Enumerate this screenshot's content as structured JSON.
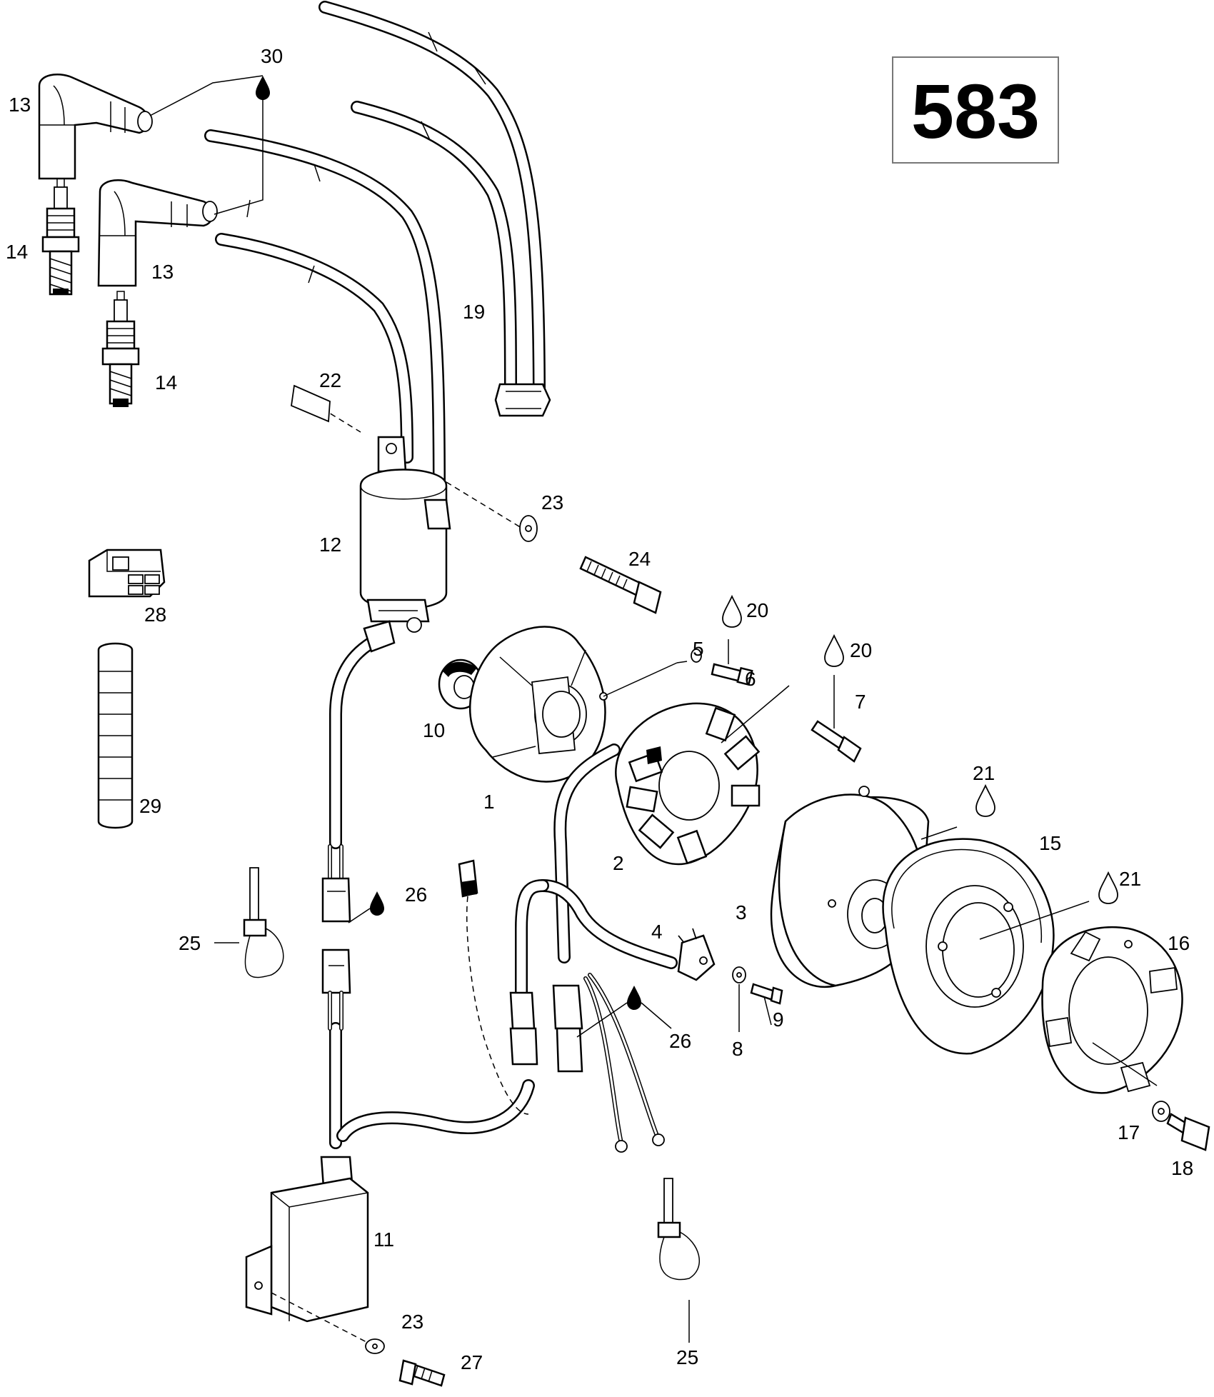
{
  "diagram": {
    "engine_label": "583",
    "callouts": [
      {
        "id": "c30",
        "text": "30"
      },
      {
        "id": "c13a",
        "text": "13"
      },
      {
        "id": "c13b",
        "text": "13"
      },
      {
        "id": "c14a",
        "text": "14"
      },
      {
        "id": "c14b",
        "text": "14"
      },
      {
        "id": "c19",
        "text": "19"
      },
      {
        "id": "c22",
        "text": "22"
      },
      {
        "id": "c23a",
        "text": "23"
      },
      {
        "id": "c12",
        "text": "12"
      },
      {
        "id": "c24",
        "text": "24"
      },
      {
        "id": "c28",
        "text": "28"
      },
      {
        "id": "c29",
        "text": "29"
      },
      {
        "id": "c20a",
        "text": "20"
      },
      {
        "id": "c20b",
        "text": "20"
      },
      {
        "id": "c5",
        "text": "5"
      },
      {
        "id": "c6",
        "text": "6"
      },
      {
        "id": "c7",
        "text": "7"
      },
      {
        "id": "c10",
        "text": "10"
      },
      {
        "id": "c1",
        "text": "1"
      },
      {
        "id": "c21a",
        "text": "21"
      },
      {
        "id": "c21b",
        "text": "21"
      },
      {
        "id": "c15",
        "text": "15"
      },
      {
        "id": "c2",
        "text": "2"
      },
      {
        "id": "c3",
        "text": "3"
      },
      {
        "id": "c16",
        "text": "16"
      },
      {
        "id": "c4",
        "text": "4"
      },
      {
        "id": "c26a",
        "text": "26"
      },
      {
        "id": "c26b",
        "text": "26"
      },
      {
        "id": "c25a",
        "text": "25"
      },
      {
        "id": "c25b",
        "text": "25"
      },
      {
        "id": "c8",
        "text": "8"
      },
      {
        "id": "c9",
        "text": "9"
      },
      {
        "id": "c17",
        "text": "17"
      },
      {
        "id": "c18",
        "text": "18"
      },
      {
        "id": "c11",
        "text": "11"
      },
      {
        "id": "c23b",
        "text": "23"
      },
      {
        "id": "c27",
        "text": "27"
      }
    ]
  }
}
